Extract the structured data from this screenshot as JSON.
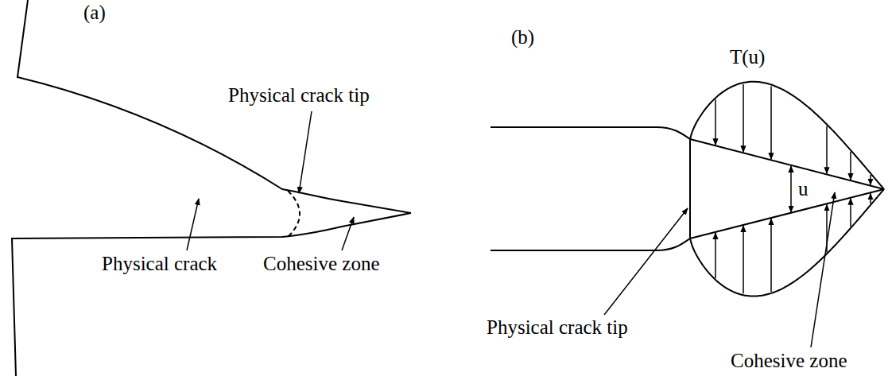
{
  "diagram": {
    "labels": [
      "(a)",
      "Physical crack tip",
      "Physical crack",
      "Cohesive zone",
      "(b)",
      "T(u)",
      "u",
      "Physical crack tip",
      "Cohesive zone"
    ]
  }
}
